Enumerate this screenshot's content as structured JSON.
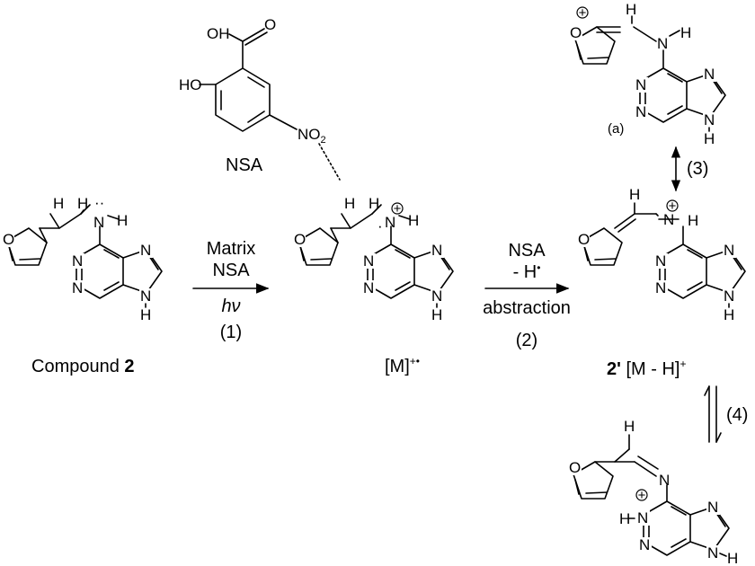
{
  "molecules": {
    "compound2": {
      "caption_prefix": "Compound ",
      "caption_number": "2",
      "atom_n_amine": "N",
      "atom_h1": "H",
      "atom_h2": "H",
      "atom_h3": "H",
      "atom_o": "O",
      "atom_n1": "N",
      "atom_n3": "N",
      "atom_n7": "N",
      "atom_n9": "N",
      "atom_h9": "H"
    },
    "nsa": {
      "name": "NSA",
      "atom_ho": "HO",
      "atom_oh": "OH",
      "atom_o": "O",
      "atom_no": "NO",
      "no_sub": "2"
    },
    "radical_cation": {
      "caption": "[M]",
      "caption_sup": "+•",
      "atom_n_amine": "N",
      "atom_h1": "H",
      "atom_h2": "H",
      "atom_h3": "H",
      "atom_o": "O",
      "atom_n1": "N",
      "atom_n3": "N",
      "atom_n7": "N",
      "atom_n9": "N",
      "atom_h9": "H",
      "charge": "+"
    },
    "iminium": {
      "caption_bold": "2'",
      "caption_rest": " [M - H]",
      "caption_sup": "+",
      "atom_n_amine": "N",
      "atom_h_vinyl": "H",
      "atom_h_n": "H",
      "atom_o": "O",
      "atom_n1": "N",
      "atom_n3": "N",
      "atom_n7": "N",
      "atom_n9": "N",
      "atom_h9": "H",
      "charge": "+"
    },
    "oxonium": {
      "label": "(a)",
      "atom_o": "O",
      "atom_h_vinyl": "H",
      "atom_n_amine": "N",
      "atom_h_n": "H",
      "atom_n1": "N",
      "atom_n3": "N",
      "atom_n7": "N",
      "atom_n9": "N",
      "atom_h9": "H",
      "charge": "+"
    },
    "tautomer": {
      "atom_o": "O",
      "atom_h_vinyl": "H",
      "atom_n_imine": "N",
      "atom_h_ring": "H",
      "atom_n1": "N",
      "atom_n3": "N",
      "atom_n7": "N",
      "atom_n9": "N",
      "atom_h9": "H",
      "charge": "+"
    }
  },
  "arrows": {
    "step1": {
      "line1": "Matrix",
      "line2": "NSA",
      "line3": "hν",
      "number": "(1)"
    },
    "step2": {
      "line1": "NSA",
      "line2": "- H",
      "line2_sup": "•",
      "line3": "abstraction",
      "number": "(2)"
    },
    "step3": {
      "number": "(3)"
    },
    "step4": {
      "number": "(4)"
    }
  }
}
